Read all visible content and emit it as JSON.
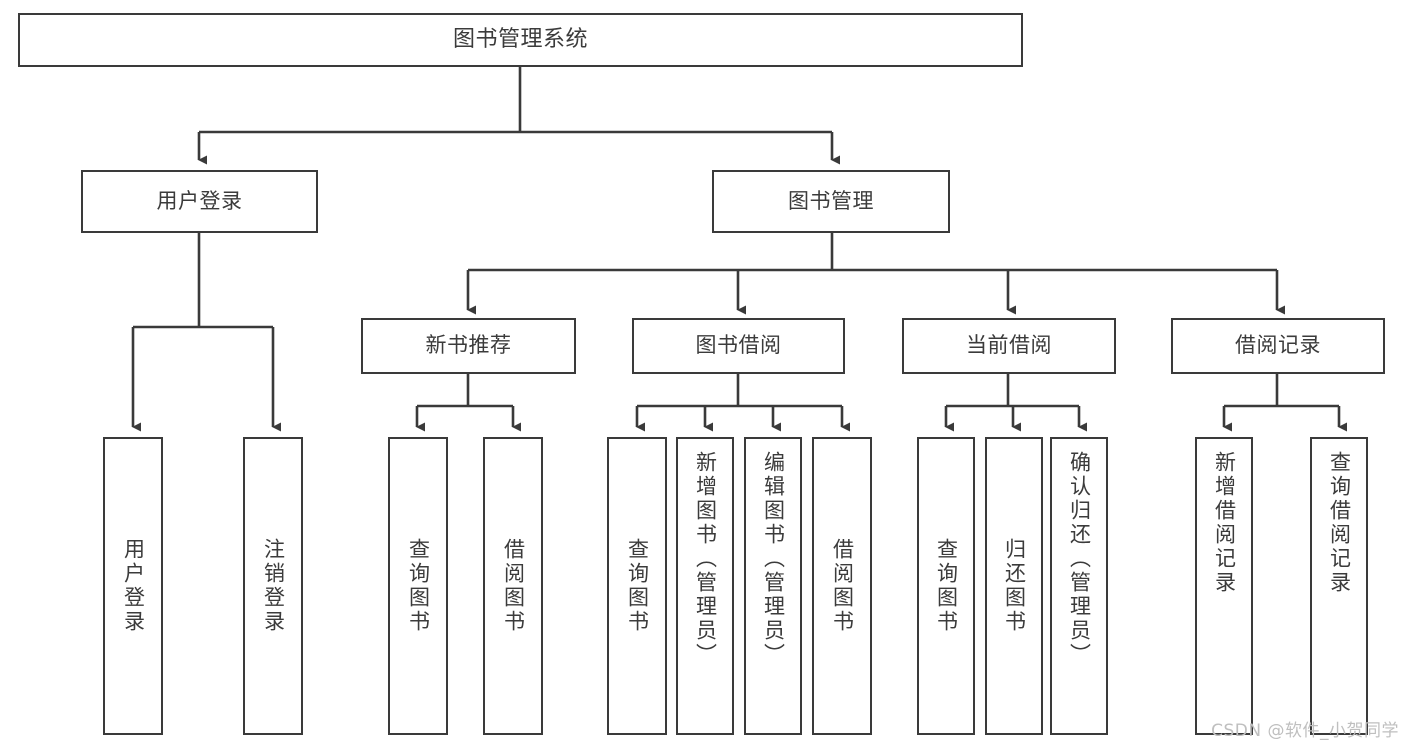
{
  "diagram": {
    "title": "图书管理系统",
    "type": "tree",
    "theme": {
      "background": "#ffffff",
      "box_border": "#3a3a3a",
      "box_fill": "#ffffff",
      "text": "#3b3b3b",
      "edge": "#3a3a3a",
      "watermark": "#bfbfbf"
    },
    "watermark": "CSDN @软件_小贺同学",
    "nodes": {
      "root": {
        "label": "图书管理系统"
      },
      "level1": [
        {
          "id": "user-login",
          "label": "用户登录"
        },
        {
          "id": "book-manage",
          "label": "图书管理"
        }
      ],
      "level2": [
        {
          "id": "new-book-recommend",
          "label": "新书推荐",
          "parent": "book-manage"
        },
        {
          "id": "book-borrow",
          "label": "图书借阅",
          "parent": "book-manage"
        },
        {
          "id": "current-borrow",
          "label": "当前借阅",
          "parent": "book-manage"
        },
        {
          "id": "borrow-record",
          "label": "借阅记录",
          "parent": "book-manage"
        }
      ],
      "leaves": [
        {
          "id": "leaf-user-login",
          "label": "用户登录",
          "parent": "user-login"
        },
        {
          "id": "leaf-user-logout",
          "label": "注销登录",
          "parent": "user-login"
        },
        {
          "id": "leaf-query-book-1",
          "label": "查询图书",
          "parent": "new-book-recommend"
        },
        {
          "id": "leaf-borrow-book-1",
          "label": "借阅图书",
          "parent": "new-book-recommend"
        },
        {
          "id": "leaf-query-book-2",
          "label": "查询图书",
          "parent": "book-borrow"
        },
        {
          "id": "leaf-add-book",
          "label": "新增图书（管理员）",
          "parent": "book-borrow"
        },
        {
          "id": "leaf-edit-book",
          "label": "编辑图书（管理员）",
          "parent": "book-borrow"
        },
        {
          "id": "leaf-borrow-book-2",
          "label": "借阅图书",
          "parent": "book-borrow"
        },
        {
          "id": "leaf-query-book-3",
          "label": "查询图书",
          "parent": "current-borrow"
        },
        {
          "id": "leaf-return-book",
          "label": "归还图书",
          "parent": "current-borrow"
        },
        {
          "id": "leaf-confirm-return",
          "label": "确认归还（管理员）",
          "parent": "current-borrow"
        },
        {
          "id": "leaf-add-record",
          "label": "新增借阅记录",
          "parent": "borrow-record"
        },
        {
          "id": "leaf-query-record",
          "label": "查询借阅记录",
          "parent": "borrow-record"
        }
      ]
    }
  }
}
